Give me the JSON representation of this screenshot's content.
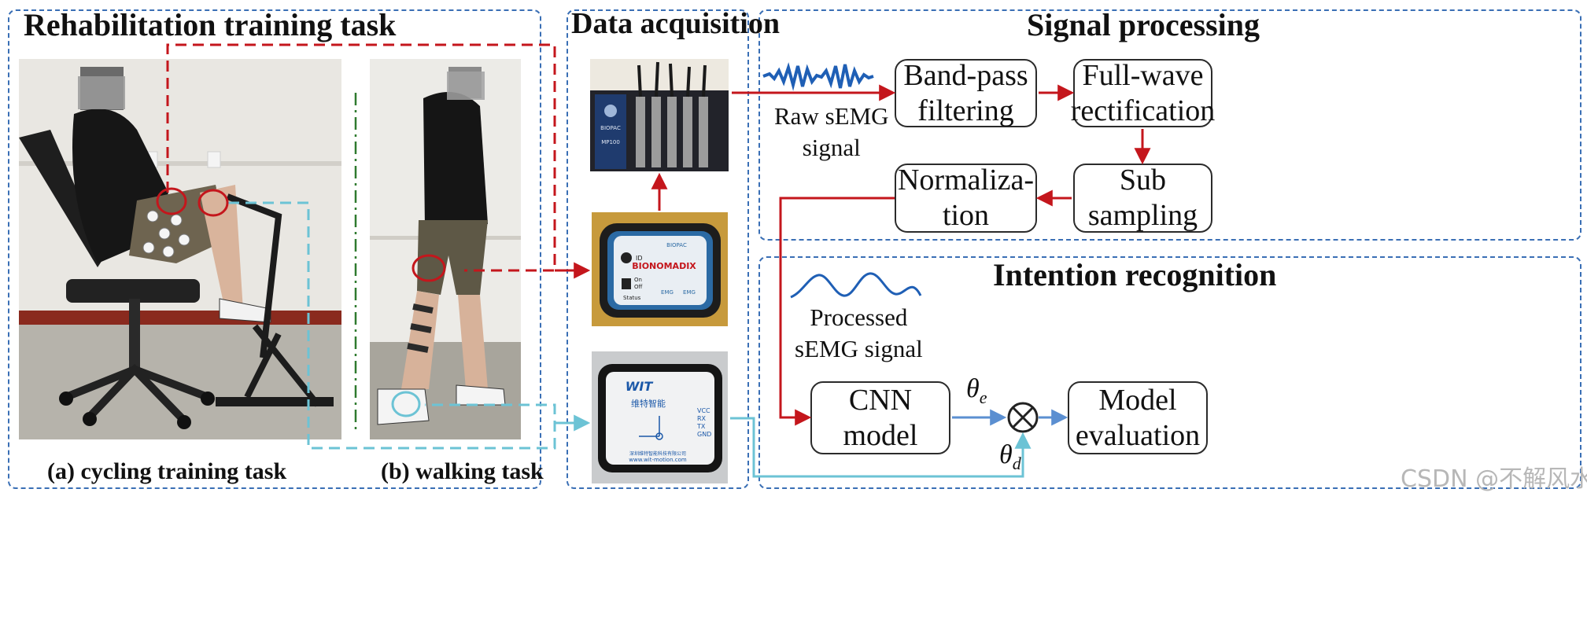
{
  "panels": {
    "rehab_title": "Rehabilitation training task",
    "data_title": "Data acquisition",
    "signal_title": "Signal processing",
    "intention_title": "Intention recognition"
  },
  "captions": {
    "cycling": "(a)  cycling training task",
    "walking": "(b) walking task",
    "raw_line1": "Raw sEMG",
    "raw_line2": "signal",
    "processed_line1": "Processed",
    "processed_line2": "sEMG signal"
  },
  "boxes": {
    "bandpass_line1": "Band-pass",
    "bandpass_line2": "filtering",
    "fullwave_line1": "Full-wave",
    "fullwave_line2": "rectification",
    "sub_line1": "Sub",
    "sub_line2": "sampling",
    "norm_line1": "Normaliza-",
    "norm_line2": "tion",
    "cnn_line1": "CNN",
    "cnn_line2": "model",
    "eval_line1": "Model",
    "eval_line2": "evaluation"
  },
  "symbols": {
    "theta": "θ",
    "e": "e",
    "d": "d",
    "multiply": "⊗"
  },
  "devices": {
    "mp100_brand": "BIOPAC",
    "mp100_model": "MP100",
    "nomadix_brand": "BIONOMADIX",
    "nomadix_biopac": "BIOPAC",
    "nomadix_id": "ID",
    "nomadix_on": "On",
    "nomadix_off": "Off",
    "nomadix_status": "Status",
    "nomadix_emg_a": "EMG",
    "nomadix_emg_b": "EMG",
    "wit_logo": "WIT",
    "wit_cn": "维特智能",
    "wit_pins": [
      "VCC",
      "RX",
      "TX",
      "GND"
    ],
    "wit_url": "www.wit-motion.com",
    "wit_company": "深圳维特智能科技有限公司"
  },
  "watermark": "CSDN @不解风水",
  "colors": {
    "panel_border": "#3a6fb5",
    "red_arrow": "#c4161c",
    "cyan_arrow": "#6cc3d5",
    "blue_arrow": "#5b8fd1",
    "wave_blue": "#1f5fb5"
  }
}
